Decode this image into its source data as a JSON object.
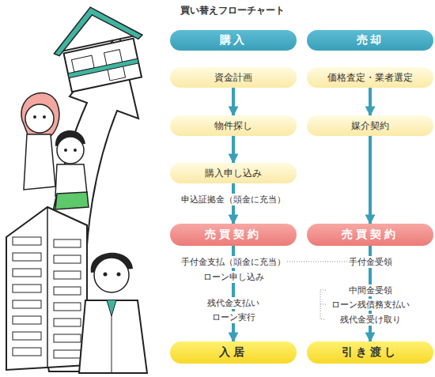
{
  "diagram": {
    "title": "買い替えフローチャート",
    "nodes": [
      {
        "text": [
          "購入"
        ]
      },
      {
        "text": [
          "売却"
        ]
      },
      {
        "text": [
          "資金計画"
        ]
      },
      {
        "text": [
          "価格査定・業者選定"
        ]
      },
      {
        "text": [
          "物件探し"
        ]
      },
      {
        "text": [
          "媒介契約"
        ]
      },
      {
        "text": [
          "購入申し込み"
        ]
      },
      {
        "text": [
          "売買契約"
        ]
      },
      {
        "text": [
          "売買契約"
        ]
      },
      {
        "text": [
          "入居"
        ]
      },
      {
        "text": [
          "引き渡し"
        ]
      }
    ],
    "edges": [
      {
        "from": 2,
        "to": 4,
        "arrow": "to"
      },
      {
        "from": 4,
        "to": 6,
        "arrow": "to"
      },
      {
        "from": 6,
        "to": 7,
        "label": "申込証拠金（頭金に充当）",
        "arrow": "to"
      },
      {
        "from": 3,
        "to": 5,
        "arrow": "to"
      },
      {
        "from": 5,
        "to": 8,
        "arrow": "to"
      },
      {
        "from": 7,
        "to": 9,
        "arrow": "to"
      },
      {
        "from": 8,
        "to": 10,
        "arrow": "to"
      }
    ],
    "labels": [
      "手付金支払（頭金に充当）",
      "ローン申し込み",
      "残代金支払い",
      "ローン実行",
      "手付金受領",
      "中間金受領",
      "ローン残債務支払い",
      "残代金受け取り"
    ]
  }
}
